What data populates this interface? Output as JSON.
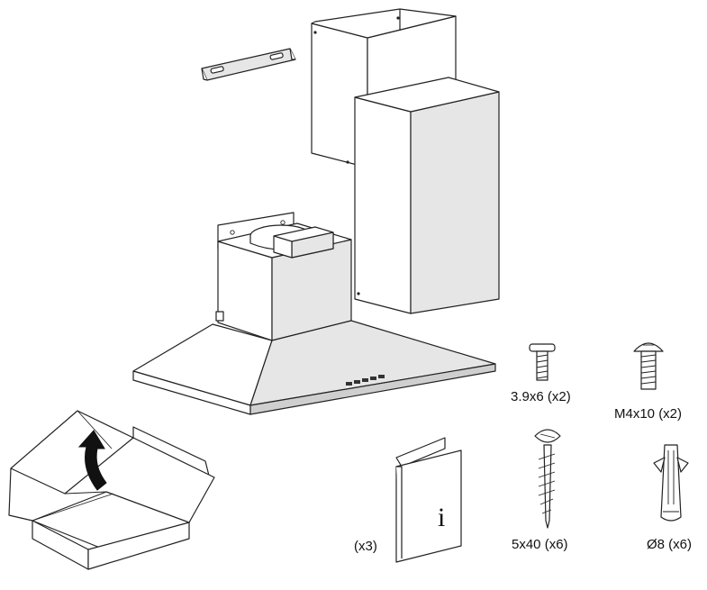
{
  "parts": {
    "screw_small": {
      "label": "3.9x6 (x2)"
    },
    "screw_machine": {
      "label": "M4x10 (x2)"
    },
    "screw_wood": {
      "label": "5x40 (x6)"
    },
    "wall_plug": {
      "label": "Ø8 (x6)"
    },
    "manual": {
      "label": "(x3)",
      "glyph": "i"
    }
  },
  "icons": [
    "cooker-hood",
    "chimney-cover-upper",
    "chimney-cover-lower",
    "mounting-bracket",
    "open-box",
    "lift-arrow",
    "manual-booklet",
    "screw",
    "wall-plug"
  ]
}
